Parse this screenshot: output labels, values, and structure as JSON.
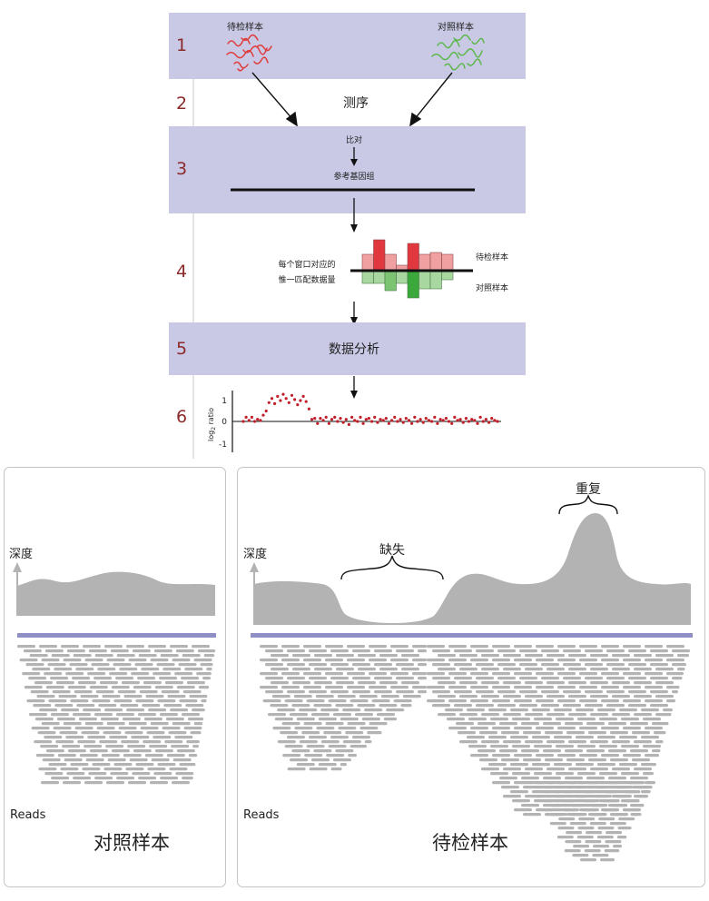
{
  "workflow": {
    "step_numbers": [
      "1",
      "2",
      "3",
      "4",
      "5",
      "6"
    ],
    "step1": {
      "test_sample": "待检样本",
      "control_sample": "对照样本"
    },
    "step2": {
      "label": "测序"
    },
    "step3": {
      "align_label": "比对",
      "reference_label": "参考基因组"
    },
    "step4": {
      "description_line1": "每个窗口对应的",
      "description_line2": "惟一匹配数据量",
      "test_label": "待检样本",
      "control_label": "对照样本",
      "test_values": [
        0.45,
        0.85,
        0.45,
        0.15,
        0.75,
        0.45,
        0.5,
        0.45
      ],
      "control_values": [
        0.35,
        0.35,
        0.55,
        0.35,
        0.75,
        0.5,
        0.5,
        0.25
      ]
    },
    "step5": {
      "label": "数据分析"
    },
    "step6": {
      "ylabel_main": "log",
      "ylabel_sub": "2",
      "ylabel_rest": " ratio",
      "yticks": [
        "1",
        "0",
        "-1"
      ],
      "point_color": "#c0202a"
    }
  },
  "control_panel": {
    "depth_label": "深度",
    "reads_label": "Reads",
    "title": "对照样本"
  },
  "test_panel": {
    "depth_label": "深度",
    "reads_label": "Reads",
    "title": "待检样本",
    "deletion_label": "缺失",
    "duplication_label": "重复"
  },
  "colors": {
    "band": "#c9c9e6",
    "step_number": "#8b2a2a",
    "test_strand": "#e03c3c",
    "control_strand": "#5cb84a",
    "bar_red_light": "#f0a0a0",
    "bar_red_dark": "#e0383e",
    "bar_green_light": "#a8d8a0",
    "bar_green_dark": "#3aa83a",
    "gray": "#b3b3b3",
    "ref_line": "#8f8fc6"
  },
  "chart_data": {
    "type": "scatter",
    "title": "",
    "xlabel": "",
    "ylabel": "log2 ratio",
    "ylim": [
      -1.2,
      1.4
    ],
    "yticks": [
      -1,
      0,
      1
    ],
    "series": [
      {
        "x": [
          1,
          2,
          3,
          4,
          5,
          6,
          7,
          8,
          9,
          10,
          11,
          12,
          13,
          14,
          15,
          16,
          17,
          18,
          19,
          20,
          21,
          22,
          23,
          24,
          25,
          26,
          27,
          28,
          29,
          30,
          31,
          32,
          33,
          34,
          35,
          36,
          37,
          38,
          39,
          40,
          41,
          42,
          43,
          44,
          45,
          46,
          47,
          48,
          49,
          50,
          51,
          52,
          53,
          54,
          55,
          56,
          57,
          58,
          59,
          60,
          61,
          62,
          63,
          64,
          65,
          66,
          67,
          68,
          69,
          70,
          71,
          72,
          73,
          74,
          75,
          76,
          77,
          78,
          79,
          80,
          81,
          82,
          83,
          84,
          85,
          86,
          87,
          88,
          89,
          90
        ],
        "y": [
          0.0,
          0.2,
          0.05,
          0.2,
          0.0,
          0.1,
          0.05,
          0.3,
          0.5,
          0.9,
          1.1,
          0.85,
          1.2,
          1.0,
          1.3,
          1.1,
          0.9,
          1.25,
          1.05,
          0.8,
          1.0,
          1.2,
          0.95,
          0.6,
          0.1,
          0.15,
          -0.1,
          0.15,
          0.05,
          0.2,
          -0.1,
          0.1,
          0.2,
          0.0,
          0.15,
          -0.05,
          0.1,
          -0.15,
          0.2,
          0.05,
          0.0,
          0.2,
          -0.1,
          0.1,
          0.15,
          0.0,
          0.2,
          -0.05,
          0.1,
          0.05,
          0.15,
          -0.1,
          0.05,
          0.2,
          0.0,
          0.1,
          -0.05,
          0.15,
          0.05,
          -0.1,
          0.2,
          0.0,
          0.1,
          -0.05,
          0.15,
          0.05,
          0.0,
          0.2,
          -0.1,
          0.1,
          0.05,
          0.15,
          0.0,
          -0.1,
          0.2,
          0.05,
          0.1,
          -0.05,
          0.15,
          0.0,
          0.1,
          0.05,
          -0.1,
          0.2,
          0.0,
          0.1,
          -0.05,
          0.15,
          0.05,
          0.0
        ]
      }
    ]
  }
}
